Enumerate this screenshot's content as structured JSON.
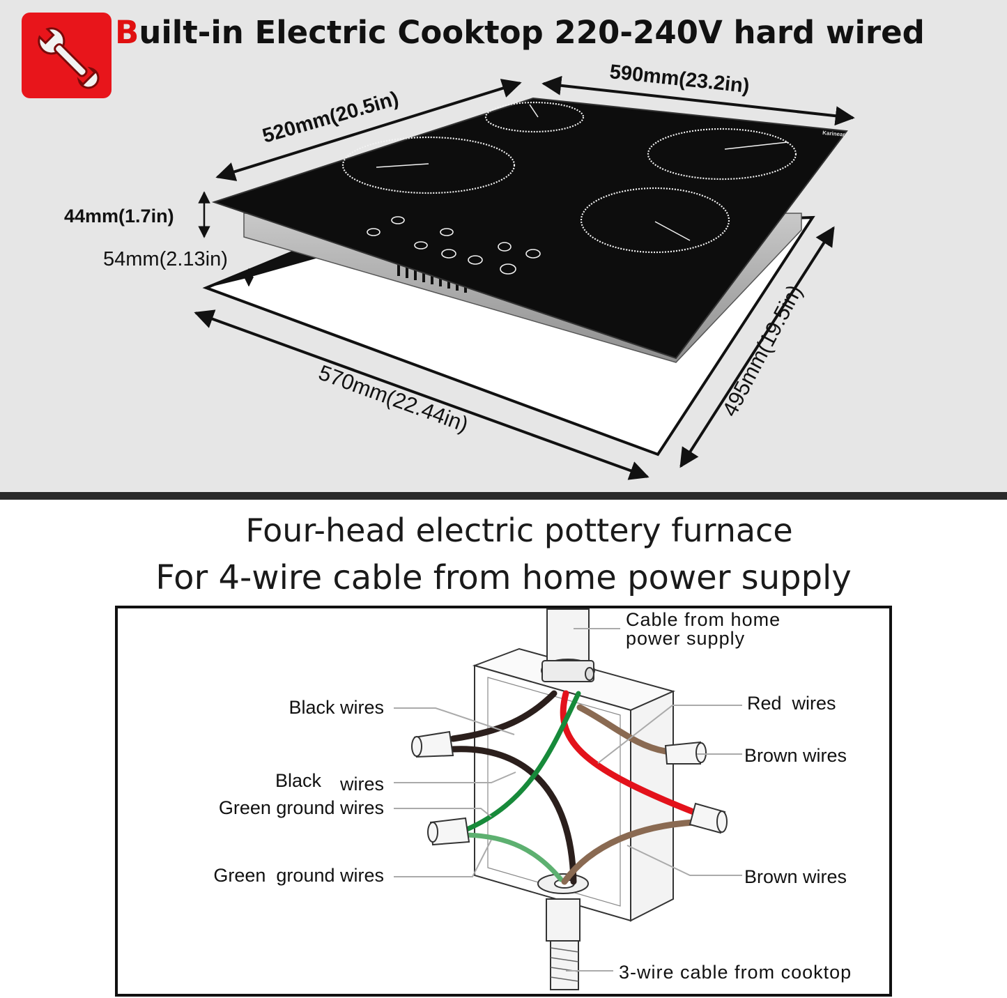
{
  "header": {
    "title_first_letter": "B",
    "title_rest": "uilt-in Electric Cooktop 220-240V hard wired",
    "logo_icon": "wrench-icon",
    "accent_color": "#e8151b"
  },
  "dimensions": {
    "depth_top": "520mm(20.5in)",
    "width_top": "590mm(23.2in)",
    "thickness": "44mm(1.7in)",
    "cutout_height": "54mm(2.13in)",
    "cutout_width": "570mm(22.44in)",
    "cutout_depth": "495mm(19.5in)"
  },
  "cooktop": {
    "brand": "Karinear"
  },
  "diagram": {
    "subtitle_1": "Four-head electric pottery furnace",
    "subtitle_2": "For 4-wire cable from home power supply",
    "labels": {
      "cable_home_line1": "Cable from home",
      "cable_home_line2": "power supply",
      "black_wires_1": "Black wires",
      "black_wires_2_word1": "Black",
      "black_wires_2_word2": "wires",
      "green_ground_1": "Green ground wires",
      "green_ground_2": "Green  ground wires",
      "red_wires": "Red  wires",
      "brown_wires_1": "Brown wires",
      "brown_wires_2": "Brown wires",
      "cable_cooktop": "3-wire cable from cooktop"
    },
    "wire_colors": {
      "black": "#2b1f1c",
      "red": "#e3121b",
      "green_dark": "#178a3a",
      "green_light": "#5db070",
      "brown": "#8a6a52"
    }
  }
}
